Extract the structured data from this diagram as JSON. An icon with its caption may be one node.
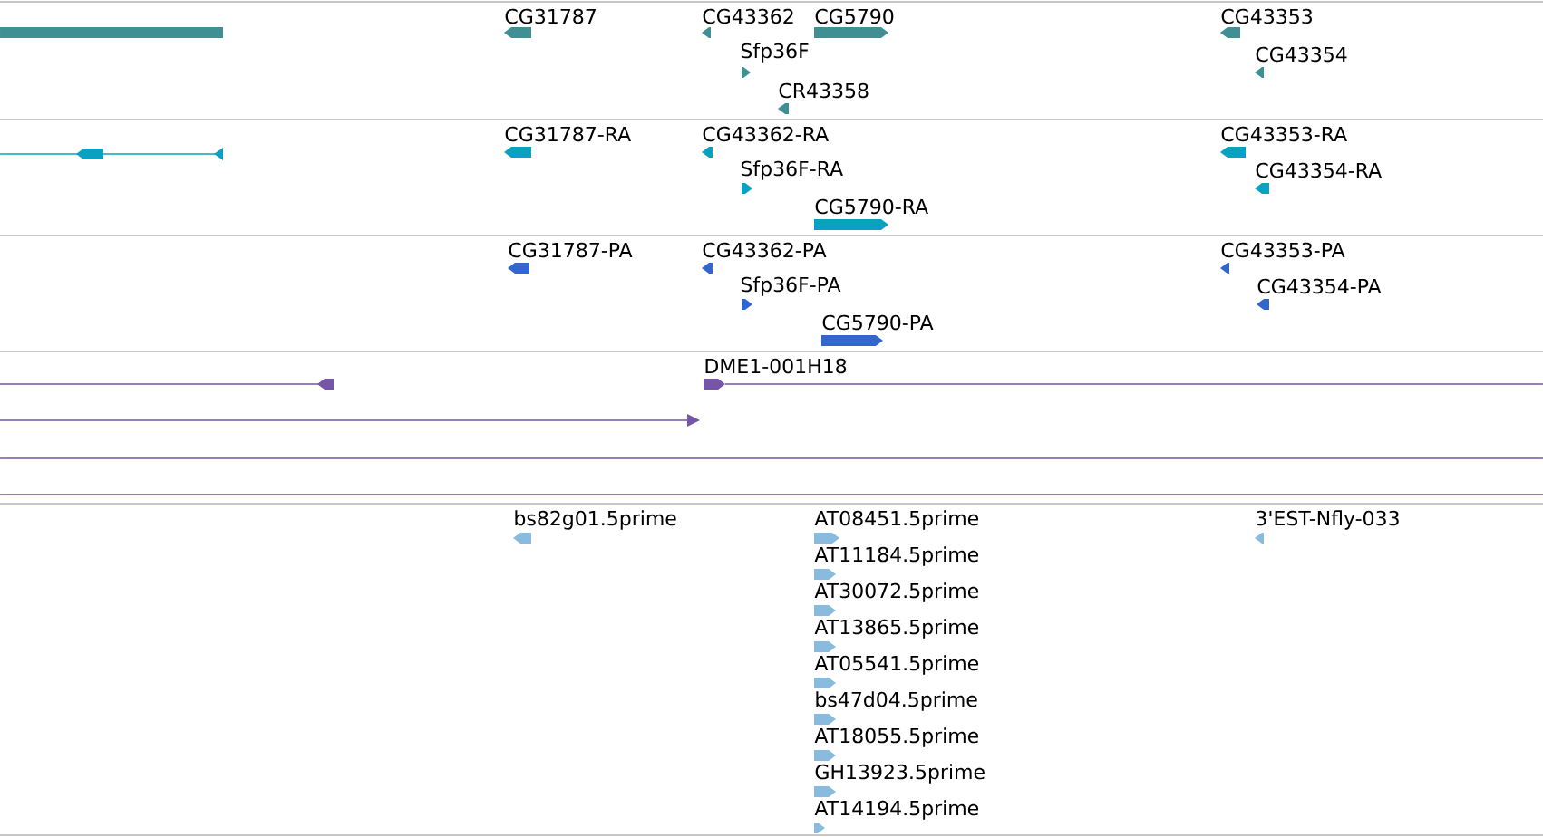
{
  "diagram": {
    "labels": [
      "CG31787",
      "CG43362",
      "CG5790",
      "CG43353",
      "Sfp36F",
      "CG43354",
      "CR43358",
      "CG31787-RA",
      "CG43362-RA",
      "CG43353-RA",
      "Sfp36F-RA",
      "CG43354-RA",
      "CG5790-RA",
      "CG31787-PA",
      "CG43362-PA",
      "CG43353-PA",
      "Sfp36F-PA",
      "CG43354-PA",
      "CG5790-PA",
      "DME1-001H18",
      "bs82g01.5prime",
      "AT08451.5prime",
      "3'EST-Nfly-033",
      "AT11184.5prime",
      "AT30072.5prime",
      "AT13865.5prime",
      "AT05541.5prime",
      "bs47d04.5prime",
      "AT18055.5prime",
      "GH13923.5prime",
      "AT14194.5prime"
    ]
  }
}
